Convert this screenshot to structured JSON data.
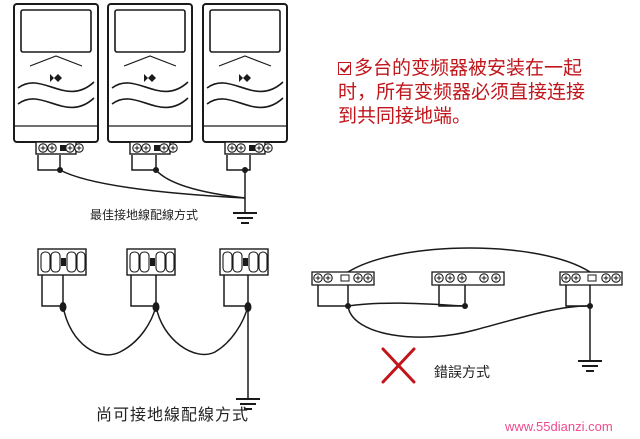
{
  "note": {
    "line1": "多台的变频器被安装在一起",
    "line2": "时，所有变频器必须直接连接",
    "line3": "到共同接地端。"
  },
  "labels": {
    "best_wiring": "最佳接地線配線方式",
    "acceptable_wiring": "尚可接地線配線方式",
    "wrong_wiring": "錯誤方式"
  },
  "watermark": "www.55dianzi.com",
  "colors": {
    "line": "#1a1a1a",
    "accent_red": "#c0151b",
    "watermark": "#ee4b8f"
  }
}
